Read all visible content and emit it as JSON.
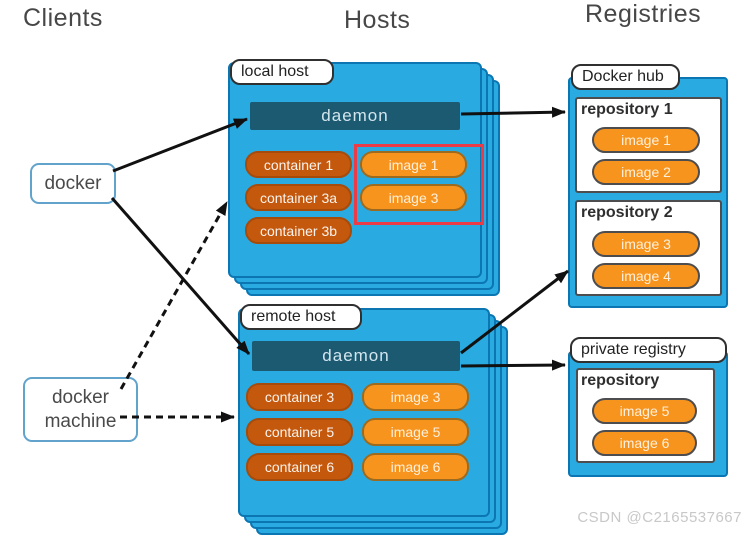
{
  "headers": {
    "clients": "Clients",
    "hosts": "Hosts",
    "registries": "Registries"
  },
  "clients": {
    "docker_label": "docker",
    "docker_machine_label": "docker machine"
  },
  "hosts": {
    "local": {
      "label": "local host",
      "daemon_label": "daemon",
      "containers": [
        "container 1",
        "container 3a",
        "container 3b"
      ],
      "images": [
        "image 1",
        "image 3"
      ]
    },
    "remote": {
      "label": "remote host",
      "daemon_label": "daemon",
      "containers": [
        "container 3",
        "container 5",
        "container 6"
      ],
      "images": [
        "image 3",
        "image 5",
        "image 6"
      ]
    }
  },
  "registries": {
    "docker_hub": {
      "label": "Docker hub",
      "repos": [
        {
          "name": "repository 1",
          "images": [
            "image 1",
            "image 2"
          ]
        },
        {
          "name": "repository 2",
          "images": [
            "image 3",
            "image 4"
          ]
        }
      ]
    },
    "private": {
      "label": "private registry",
      "repos": [
        {
          "name": "repository",
          "images": [
            "image 5",
            "image 6"
          ]
        }
      ]
    }
  },
  "watermark": {
    "text": "CSDN @C2165537667"
  },
  "colors": {
    "card_blue": "#29abe2",
    "card_border": "#0b76b2",
    "daemon_teal": "#1c5a72",
    "container_orange": "#c4590e",
    "image_orange": "#f7941e",
    "highlight_red": "#ea3b47",
    "arrow_black": "#111111"
  }
}
